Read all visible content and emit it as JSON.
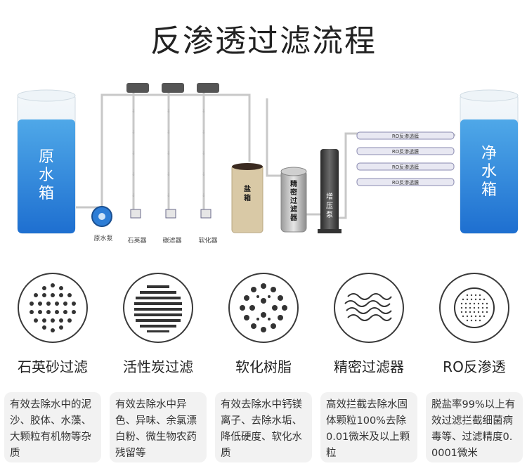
{
  "title": "反渗透过滤流程",
  "equipment": {
    "raw_tank": "原水箱",
    "raw_pump": "原水泵",
    "quartz_filter": "石英器",
    "carbon_filter": "碳滤器",
    "softener": "软化器",
    "salt_box": "盐箱",
    "precision_filter": "精密过滤器",
    "booster_pump": "增压泵",
    "ro_membrane": "RO反渗透膜",
    "pure_tank": "净水箱"
  },
  "stages": [
    {
      "name": "石英砂过滤",
      "desc": "有效去除水中的泥沙、胶体、水藻、大颗粒有机物等杂质",
      "icon": "dot-grid-icon"
    },
    {
      "name": "活性炭过滤",
      "desc": "有效去除水中异色、异味、余氯漂白粉、微生物农药残留等",
      "icon": "bar-grid-icon"
    },
    {
      "name": "软化树脂",
      "desc": "有效去除水中钙镁离子、去除水垢、降低硬度、软化水质",
      "icon": "resin-beads-icon"
    },
    {
      "name": "精密过滤器",
      "desc": "高效拦截去除水固体颗粒100%去除0.01微米及以上颗粒",
      "icon": "wave-lines-icon"
    },
    {
      "name": "RO反渗透",
      "desc": "脱盐率99%以上有效过滤拦截细菌病毒等、过滤精度0.0001微米",
      "icon": "fine-dots-icon"
    }
  ]
}
